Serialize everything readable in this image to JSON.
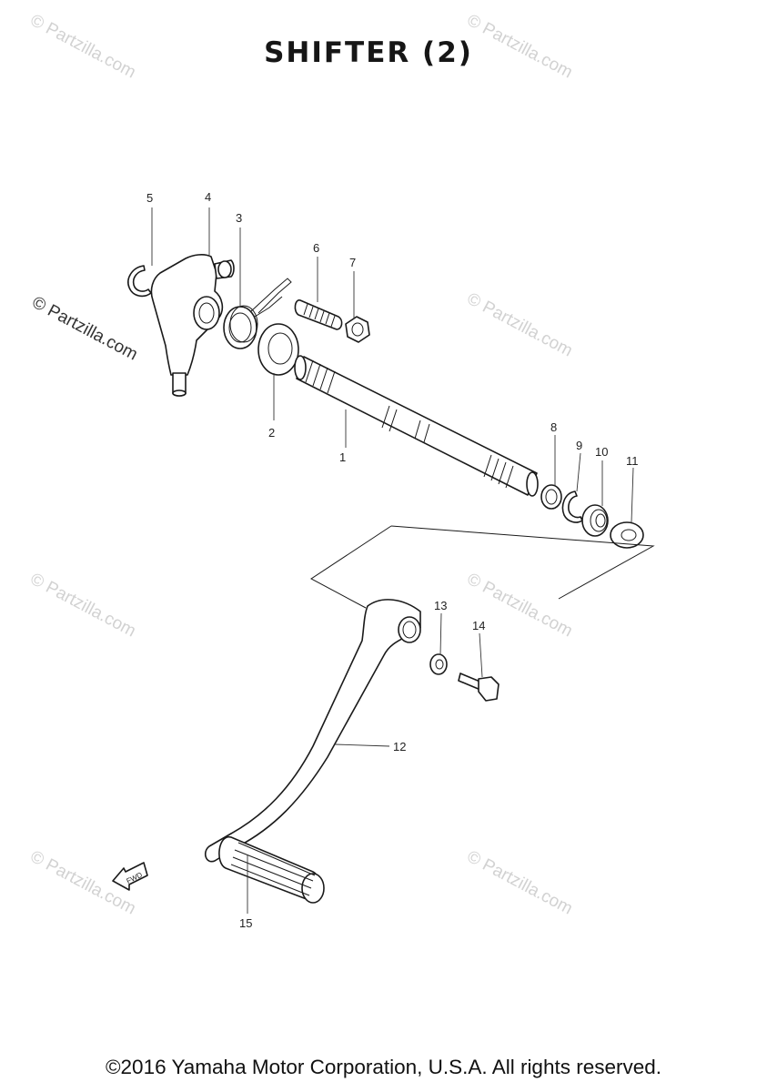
{
  "title": "SHIFTER (2)",
  "footer": "©2016 Yamaha Motor Corporation, U.S.A. All rights reserved.",
  "watermark": "© Partzilla.com",
  "fwd_label": "FWD",
  "callouts": [
    "1",
    "2",
    "3",
    "4",
    "5",
    "6",
    "7",
    "8",
    "9",
    "10",
    "11",
    "12",
    "13",
    "14",
    "15"
  ]
}
